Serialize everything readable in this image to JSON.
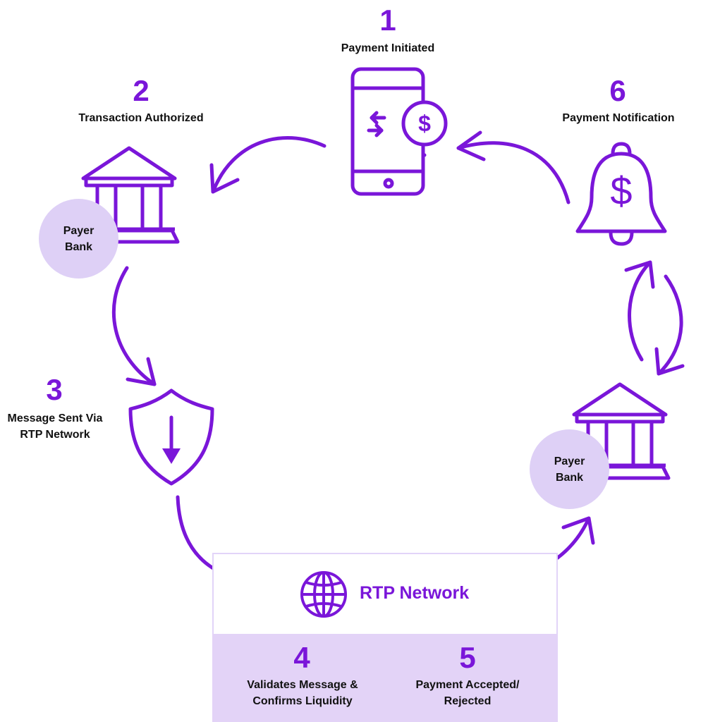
{
  "steps": [
    {
      "number": "1",
      "label": "Payment Initiated",
      "icon": "mobile-payment-icon"
    },
    {
      "number": "2",
      "label": "Transaction Authorized",
      "icon": "bank-icon"
    },
    {
      "number": "3",
      "label": "Message Sent Via\nRTP Network",
      "icon": "shield-download-icon"
    },
    {
      "number": "4",
      "label": "Validates Message &\nConfirms Liquidity"
    },
    {
      "number": "5",
      "label": "Payment Accepted/\nRejected"
    },
    {
      "number": "6",
      "label": "Payment Notification",
      "icon": "dollar-bell-icon"
    }
  ],
  "payer_bank_left": {
    "label": "Payer\nBank"
  },
  "payer_bank_right": {
    "label": "Payer\nBank"
  },
  "rtp_network": {
    "title": "RTP Network",
    "icon": "globe-icon"
  },
  "colors": {
    "accent": "#7a16d9",
    "lavender": "#ded0f6",
    "panel": "#e3d3f7",
    "text": "#111111"
  }
}
